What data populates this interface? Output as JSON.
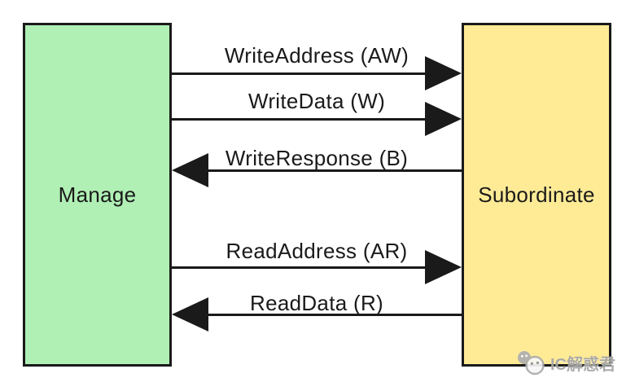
{
  "diagram": {
    "left_box": {
      "label": "Manage",
      "fill_color": "#b0f0b5"
    },
    "right_box": {
      "label": "Subordinate",
      "fill_color": "#ffeb96"
    },
    "stroke_color": "#1a1a1a",
    "channels": [
      {
        "label": "WriteAddress (AW)",
        "direction": "right",
        "from": "Manage",
        "to": "Subordinate"
      },
      {
        "label": "WriteData (W)",
        "direction": "right",
        "from": "Manage",
        "to": "Subordinate"
      },
      {
        "label": "WriteResponse (B)",
        "direction": "left",
        "from": "Subordinate",
        "to": "Manage"
      },
      {
        "label": "ReadAddress (AR)",
        "direction": "right",
        "from": "Manage",
        "to": "Subordinate"
      },
      {
        "label": "ReadData (R)",
        "direction": "left",
        "from": "Subordinate",
        "to": "Manage"
      }
    ],
    "watermark": {
      "text": "IC解惑君",
      "icon": "wechat-face-icon",
      "color": "#a5a5a5"
    }
  }
}
